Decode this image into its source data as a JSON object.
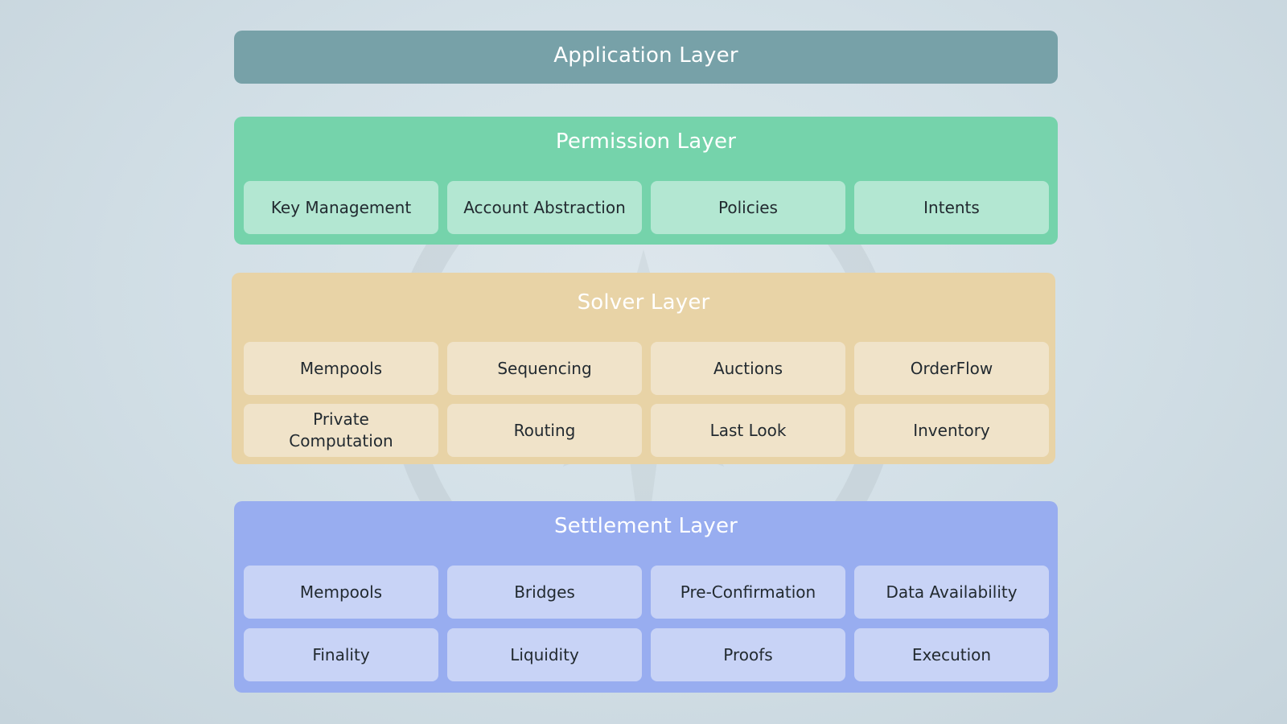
{
  "diagram": {
    "application_layer": {
      "title": "Application Layer"
    },
    "permission_layer": {
      "title": "Permission Layer",
      "items": [
        "Key Management",
        "Account Abstraction",
        "Policies",
        "Intents"
      ]
    },
    "solver_layer": {
      "title": "Solver Layer",
      "items": [
        "Mempools",
        "Sequencing",
        "Auctions",
        "OrderFlow",
        "Private Computation",
        "Routing",
        "Last Look",
        "Inventory"
      ]
    },
    "settlement_layer": {
      "title": "Settlement Layer",
      "items": [
        "Mempools",
        "Bridges",
        "Pre-Confirmation",
        "Data Availability",
        "Finality",
        "Liquidity",
        "Proofs",
        "Execution"
      ]
    }
  },
  "colors": {
    "background": "#d3e0e7",
    "application_layer": "#77a1a8",
    "permission_layer": "#75d3ab",
    "permission_item": "#b3e7d2",
    "solver_layer": "#e8d3a6",
    "solver_item": "#f0e3c9",
    "settlement_layer": "#98adf0",
    "settlement_item": "#c8d3f6"
  },
  "watermark": {
    "icon": "maple-leaf-circle-icon"
  }
}
